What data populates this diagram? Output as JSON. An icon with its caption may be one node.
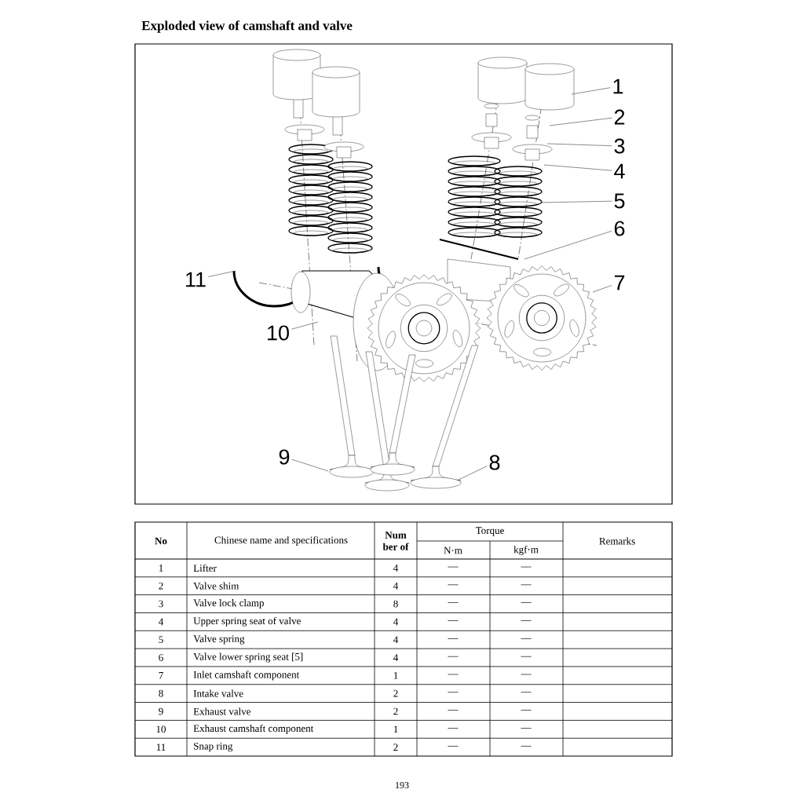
{
  "diagram": {
    "title": "Exploded view of camshaft and valve",
    "nodes": [
      {
        "text": [
          "1"
        ]
      },
      {
        "text": [
          "2"
        ]
      },
      {
        "text": [
          "3"
        ]
      },
      {
        "text": [
          "4"
        ]
      },
      {
        "text": [
          "5"
        ]
      },
      {
        "text": [
          "6"
        ]
      },
      {
        "text": [
          "7"
        ]
      },
      {
        "text": [
          "8"
        ]
      },
      {
        "text": [
          "9"
        ]
      },
      {
        "text": [
          "10"
        ]
      },
      {
        "text": [
          "11"
        ]
      }
    ],
    "edges": [
      {
        "from": 0,
        "to": null,
        "arrow": "none"
      },
      {
        "from": 1,
        "to": null,
        "arrow": "none"
      },
      {
        "from": 2,
        "to": null,
        "arrow": "none"
      },
      {
        "from": 3,
        "to": null,
        "arrow": "none"
      },
      {
        "from": 4,
        "to": null,
        "arrow": "none"
      },
      {
        "from": 5,
        "to": null,
        "arrow": "none"
      },
      {
        "from": 6,
        "to": null,
        "arrow": "none"
      },
      {
        "from": 7,
        "to": null,
        "arrow": "none"
      },
      {
        "from": 8,
        "to": null,
        "arrow": "none"
      },
      {
        "from": 9,
        "to": null,
        "arrow": "none"
      },
      {
        "from": 10,
        "to": null,
        "arrow": "none"
      }
    ],
    "labels": [
      "No",
      "Chinese name and specifications",
      "Num ber of",
      "Torque",
      "N·m",
      "kgf·m",
      "Remarks",
      "1",
      "Lifter",
      "4",
      "—",
      "—",
      "2",
      "Valve shim",
      "4",
      "—",
      "—",
      "3",
      "Valve lock clamp",
      "8",
      "—",
      "—",
      "4",
      "Upper spring seat of valve",
      "4",
      "—",
      "—",
      "5",
      "Valve spring",
      "4",
      "—",
      "—",
      "6",
      "Valve lower spring seat [5]",
      "4",
      "—",
      "—",
      "7",
      "Inlet camshaft component",
      "1",
      "—",
      "—",
      "8",
      "Intake valve",
      "2",
      "—",
      "—",
      "9",
      "Exhaust valve",
      "2",
      "—",
      "—",
      "10",
      "Exhaust camshaft component",
      "1",
      "—",
      "—",
      "11",
      "Snap ring",
      "2",
      "—",
      "—",
      "193"
    ]
  }
}
